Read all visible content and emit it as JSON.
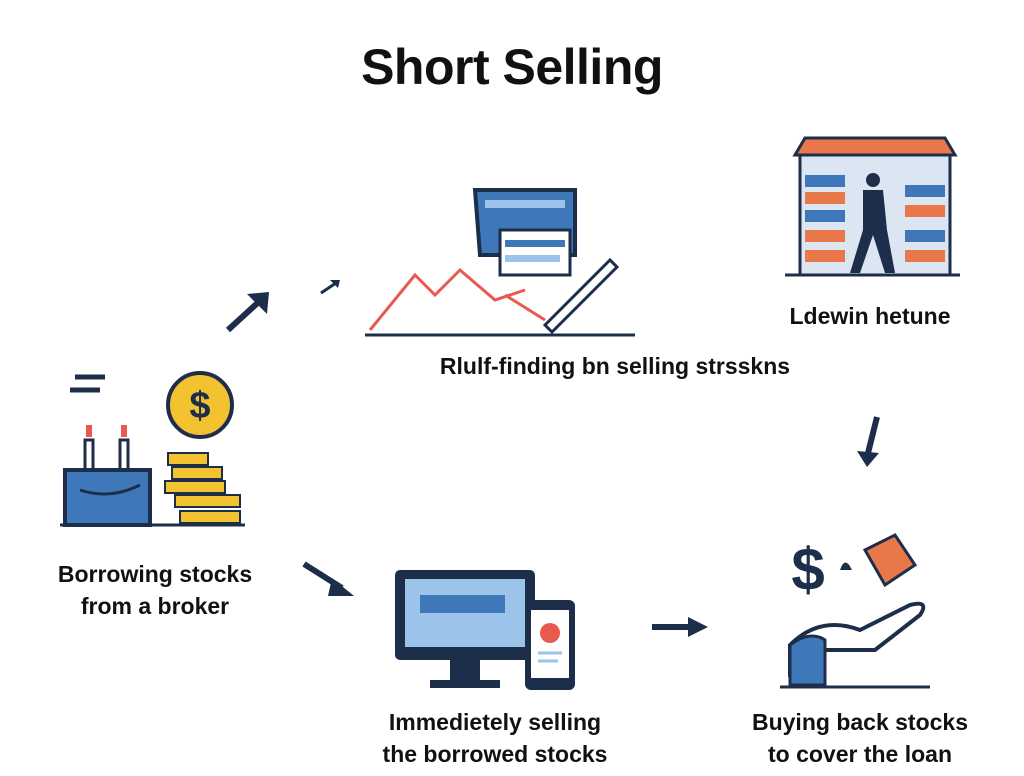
{
  "title": "Short Selling",
  "steps": [
    {
      "label_lines": [
        "Borrowing stocks",
        "from a broker"
      ],
      "icon": "factory-coins-icon"
    },
    {
      "label_lines": [
        "Rlulf-finding bn selling strsskns"
      ],
      "icon": "market-chart-icon"
    },
    {
      "label_lines": [
        "Ldewin hetune"
      ],
      "icon": "warehouse-worker-icon"
    },
    {
      "label_lines": [
        "Immedietely selling",
        "the borrowed stocks"
      ],
      "icon": "computer-phone-icon"
    },
    {
      "label_lines": [
        "Buying back stocks",
        "to cover the loan"
      ],
      "icon": "dollar-hand-icon"
    }
  ],
  "colors": {
    "navy": "#1c2e4a",
    "blue": "#3f78b8",
    "orange": "#e8774a",
    "gold": "#f2c230",
    "red": "#e85a4f"
  }
}
